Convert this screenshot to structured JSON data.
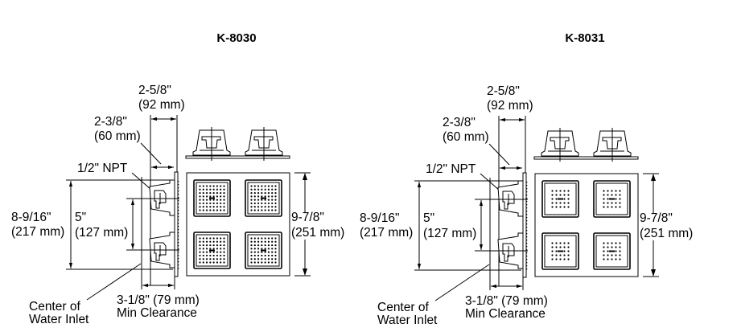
{
  "drawings": [
    {
      "title": "K-8030",
      "nozzle_grid": 8,
      "labels": {
        "depth_overall": "2-5/8\"",
        "depth_overall_mm": "(92 mm)",
        "depth_body": "2-3/8\"",
        "depth_body_mm": "(60 mm)",
        "npt": "1/2\" NPT",
        "height_inlets": "8-9/16\"",
        "height_inlets_mm": "(217 mm)",
        "inlet_spacing": "5\"",
        "inlet_spacing_mm": "(127 mm)",
        "face_height": "9-7/8\"",
        "face_height_mm": "(251 mm)",
        "clearance": "3-1/8\" (79 mm)",
        "clearance_note": "Min Clearance",
        "inlet_center_1": "Center of",
        "inlet_center_2": "Water Inlet"
      }
    },
    {
      "title": "K-8031",
      "nozzle_grid": 5,
      "labels": {
        "depth_overall": "2-5/8\"",
        "depth_overall_mm": "(92 mm)",
        "depth_body": "2-3/8\"",
        "depth_body_mm": "(60 mm)",
        "npt": "1/2\" NPT",
        "height_inlets": "8-9/16\"",
        "height_inlets_mm": "(217 mm)",
        "inlet_spacing": "5\"",
        "inlet_spacing_mm": "(127 mm)",
        "face_height": "9-7/8\"",
        "face_height_mm": "(251 mm)",
        "clearance": "3-1/8\" (79 mm)",
        "clearance_note": "Min Clearance",
        "inlet_center_1": "Center of",
        "inlet_center_2": "Water Inlet"
      }
    }
  ]
}
